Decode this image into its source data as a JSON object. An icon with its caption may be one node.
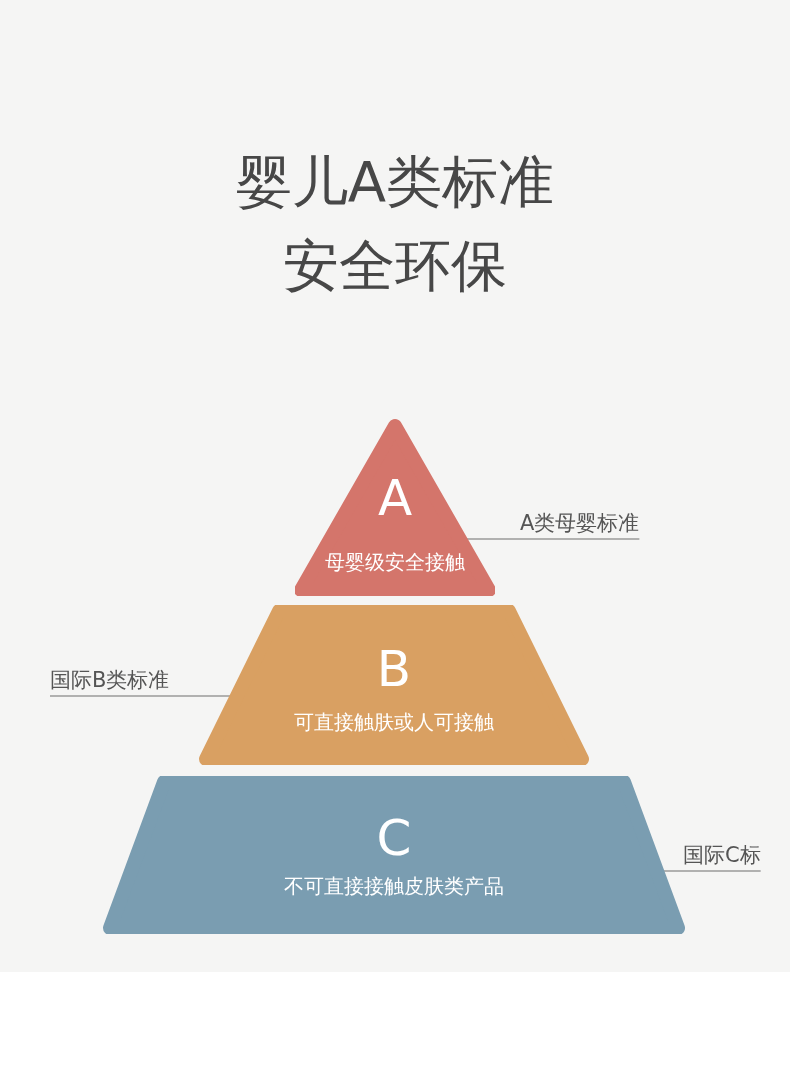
{
  "diagram": {
    "title": "婴儿A类标准安全环保",
    "nodes": [
      {
        "text": [
          "A",
          "母婴级安全接触"
        ]
      },
      {
        "text": [
          "A类母婴标准"
        ]
      },
      {
        "text": [
          "国际B类标准"
        ]
      },
      {
        "text": [
          "B",
          "可直接触肤或人可接触"
        ]
      },
      {
        "text": [
          "C",
          "不可直接接触皮肤类产品"
        ]
      },
      {
        "text": [
          "国际C标"
        ]
      }
    ],
    "edges": [
      {
        "from": 1,
        "to": 0,
        "arrow": "none"
      },
      {
        "from": 2,
        "to": 3,
        "arrow": "none"
      },
      {
        "from": 5,
        "to": 4,
        "arrow": "none"
      }
    ]
  }
}
